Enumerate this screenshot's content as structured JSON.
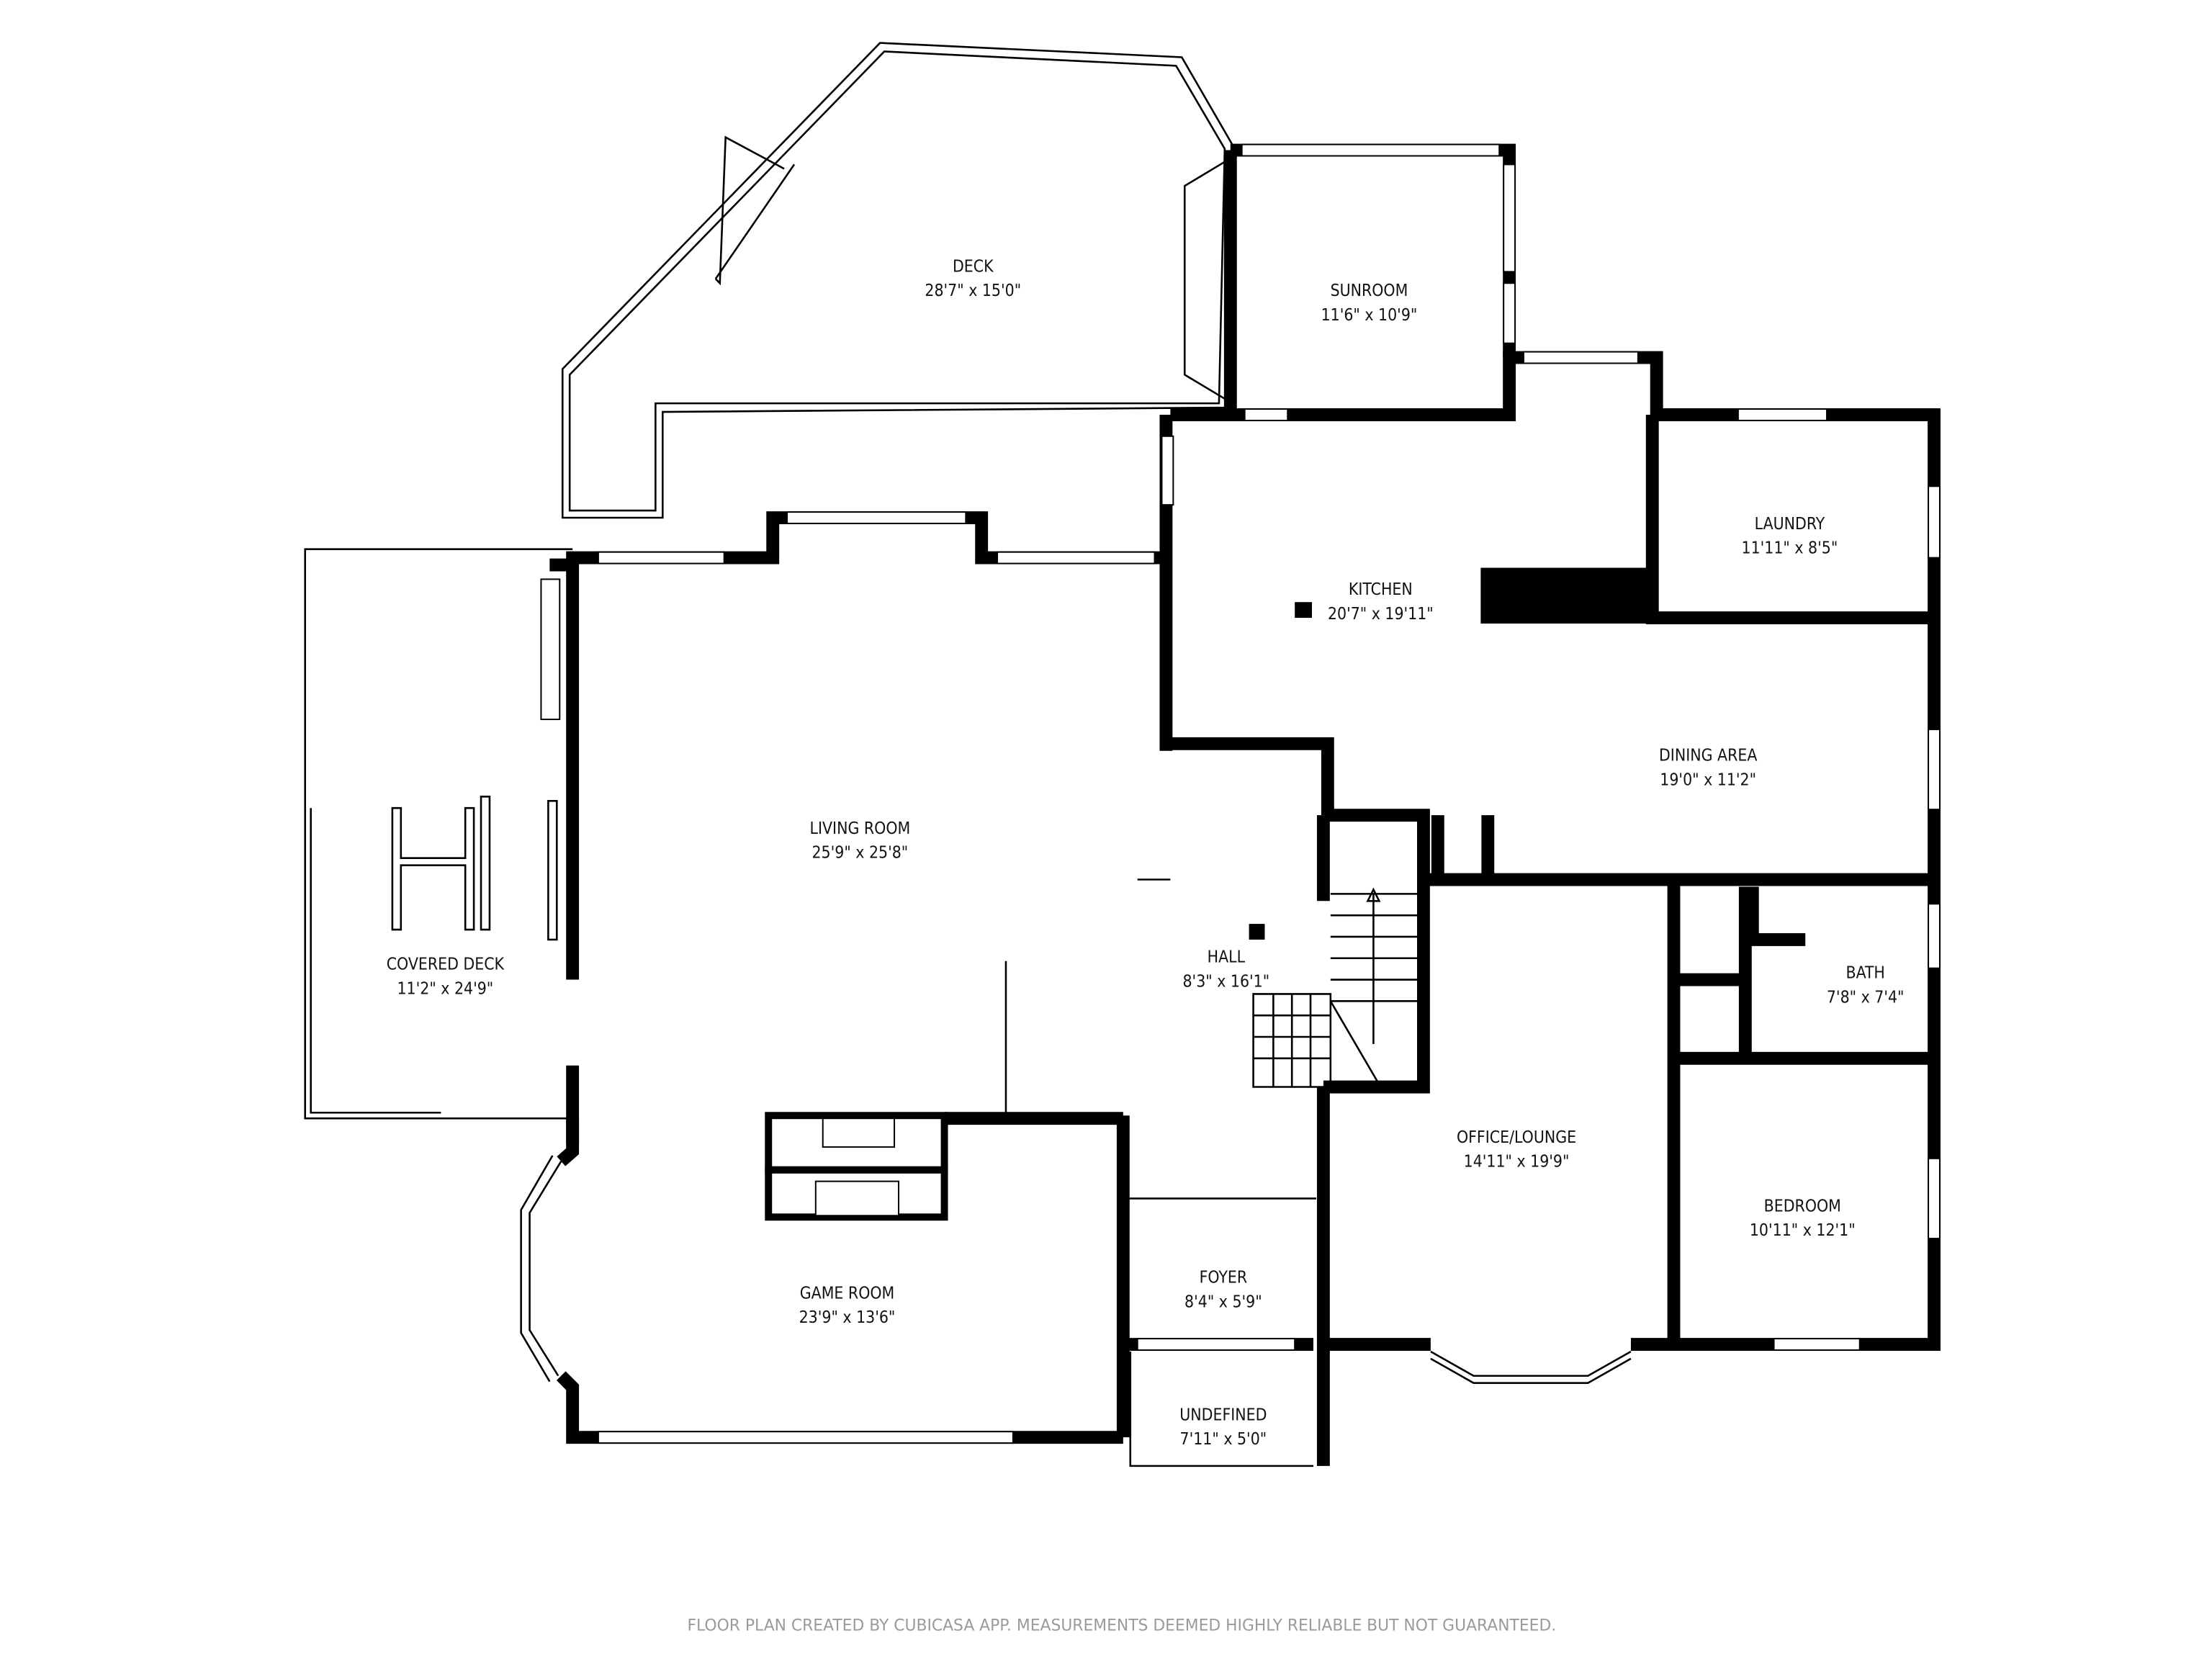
{
  "rooms": [
    {
      "id": "deck",
      "name": "DECK",
      "size": "28'7\" x 15'0\""
    },
    {
      "id": "sunroom",
      "name": "SUNROOM",
      "size": "11'6\" x 10'9\""
    },
    {
      "id": "laundry",
      "name": "LAUNDRY",
      "size": "11'11\" x 8'5\""
    },
    {
      "id": "kitchen",
      "name": "KITCHEN",
      "size": "20'7\" x 19'11\""
    },
    {
      "id": "dining",
      "name": "DINING AREA",
      "size": "19'0\" x 11'2\""
    },
    {
      "id": "living",
      "name": "LIVING ROOM",
      "size": "25'9\" x 25'8\""
    },
    {
      "id": "covered-deck",
      "name": "COVERED DECK",
      "size": "11'2\" x 24'9\""
    },
    {
      "id": "hall",
      "name": "HALL",
      "size": "8'3\" x 16'1\""
    },
    {
      "id": "bath",
      "name": "BATH",
      "size": "7'8\" x 7'4\""
    },
    {
      "id": "office",
      "name": "OFFICE/LOUNGE",
      "size": "14'11\" x 19'9\""
    },
    {
      "id": "bedroom",
      "name": "BEDROOM",
      "size": "10'11\" x 12'1\""
    },
    {
      "id": "foyer",
      "name": "FOYER",
      "size": "8'4\" x 5'9\""
    },
    {
      "id": "game",
      "name": "GAME ROOM",
      "size": "23'9\" x 13'6\""
    },
    {
      "id": "undefined",
      "name": "UNDEFINED",
      "size": "7'11\" x 5'0\""
    }
  ],
  "footer": "FLOOR PLAN CREATED BY CUBICASA APP. MEASUREMENTS DEEMED HIGHLY RELIABLE BUT NOT GUARANTEED.",
  "colors": {
    "wall": "#000000",
    "footer_text": "#9a9a9a",
    "background": "#ffffff"
  }
}
